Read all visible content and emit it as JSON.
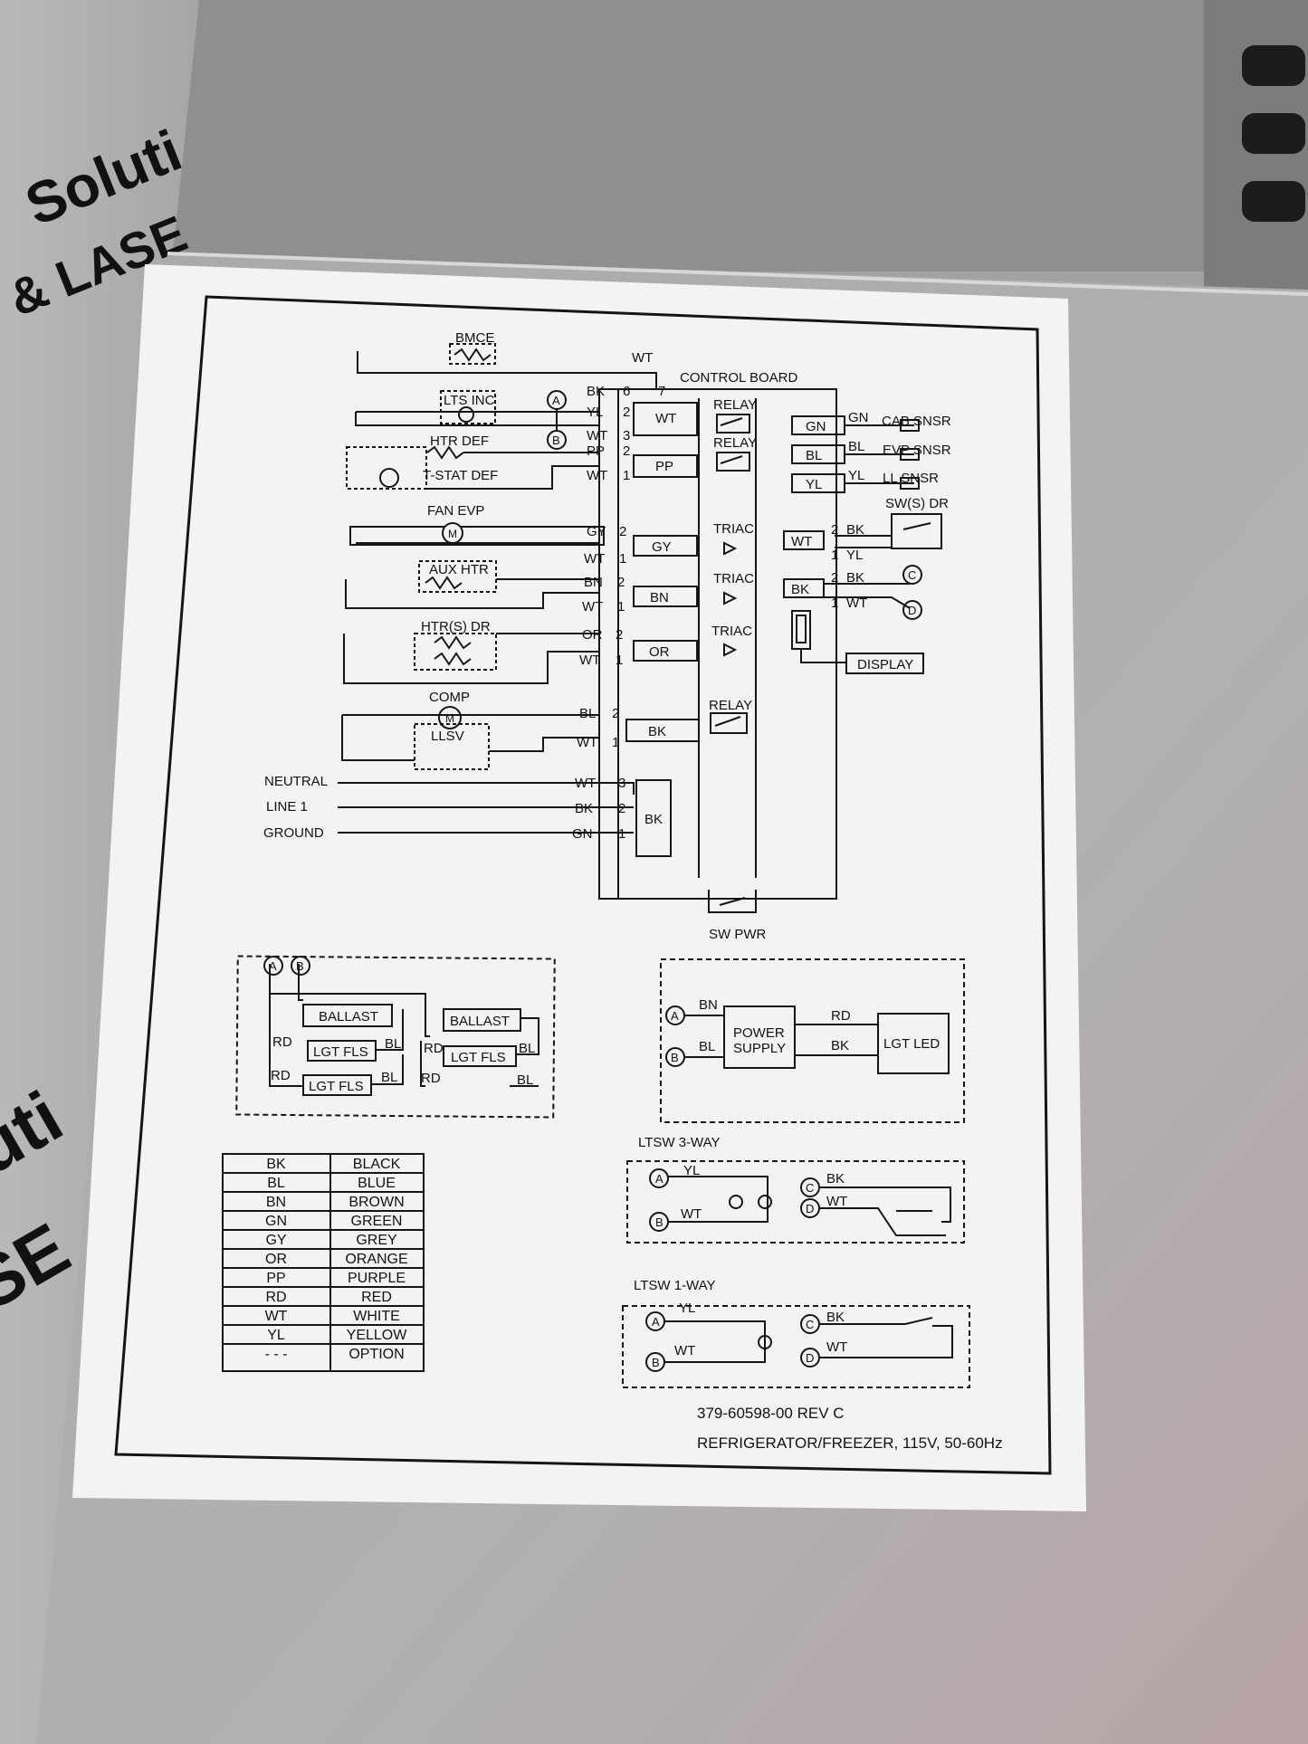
{
  "background": {
    "box_text_1": "Soluti",
    "box_text_2": "& LASE",
    "box_text_3": "uti",
    "box_text_4": "SE"
  },
  "diagram": {
    "loads": {
      "bmce": "BMCE",
      "lts_inc": "LTS INC",
      "htr_def": "HTR DEF",
      "tstat_def": "T-STAT DEF",
      "fan_evp": "FAN EVP",
      "aux_htr": "AUX HTR",
      "htrs_dr": "HTR(S) DR",
      "comp": "COMP",
      "llsv": "LLSV",
      "motor_symbol": "M",
      "conn_a": "A",
      "conn_b": "B",
      "conn_c": "C",
      "conn_d": "D"
    },
    "wires": {
      "wt_top": "WT",
      "bk": "BK",
      "yl": "YL",
      "wt1": "WT",
      "pp": "PP",
      "wt2": "WT",
      "gy": "GY",
      "wt3": "WT",
      "bn": "BN",
      "wt4": "WT",
      "or": "OR",
      "wt5": "WT",
      "bl": "BL",
      "wt6": "WT",
      "wt7": "WT",
      "bk2": "BK",
      "gn": "GN"
    },
    "pins": {
      "p6": "6",
      "p7": "7",
      "p2a": "2",
      "p3": "3",
      "p2b": "2",
      "p1a": "1",
      "p2c": "2",
      "p1b": "1",
      "p2d": "2",
      "p1c": "1",
      "p2e": "2",
      "p1d": "1",
      "p2f": "2",
      "p1e": "1",
      "p3b": "3",
      "p2g": "2",
      "p1f": "1"
    },
    "control_board": {
      "title": "CONTROL BOARD",
      "relay": "RELAY",
      "triac": "TRIAC",
      "box_wt": "WT",
      "box_pp": "PP",
      "box_gy": "GY",
      "box_bn": "BN",
      "box_or": "OR",
      "box_bk": "BK",
      "box_bk2": "BK"
    },
    "right": {
      "gn": "GN",
      "bl": "BL",
      "yl": "YL",
      "gn_w": "GN",
      "bl_w": "BL",
      "yl_w": "YL",
      "cab_snsr": "CAB SNSR",
      "evp_snsr": "EVP SNSR",
      "ll_snsr": "LL SNSR",
      "sw_dr": "SW(S) DR",
      "wt_box": "WT",
      "bk_box": "BK",
      "p2": "2",
      "p1": "1",
      "p2b": "2",
      "p1b": "1",
      "w_bk": "BK",
      "w_yl": "YL",
      "w_bk2": "BK",
      "w_wt": "WT",
      "display": "DISPLAY"
    },
    "power": {
      "neutral": "NEUTRAL",
      "line1": "LINE 1",
      "ground": "GROUND",
      "sw_pwr": "SW PWR"
    },
    "ballast": {
      "ballast": "BALLAST",
      "lgt_fls": "LGT FLS",
      "rd": "RD",
      "bl": "BL"
    },
    "led": {
      "bn": "BN",
      "bl": "BL",
      "rd": "RD",
      "bk": "BK",
      "power_supply_1": "POWER",
      "power_supply_2": "SUPPLY",
      "lgt_led": "LGT LED"
    },
    "legend": {
      "rows": [
        {
          "code": "BK",
          "name": "BLACK"
        },
        {
          "code": "BL",
          "name": "BLUE"
        },
        {
          "code": "BN",
          "name": "BROWN"
        },
        {
          "code": "GN",
          "name": "GREEN"
        },
        {
          "code": "GY",
          "name": "GREY"
        },
        {
          "code": "OR",
          "name": "ORANGE"
        },
        {
          "code": "PP",
          "name": "PURPLE"
        },
        {
          "code": "RD",
          "name": "RED"
        },
        {
          "code": "WT",
          "name": "WHITE"
        },
        {
          "code": "YL",
          "name": "YELLOW"
        },
        {
          "code": "- - -",
          "name": "OPTION"
        }
      ]
    },
    "ltsw3": {
      "title": "LTSW 3-WAY",
      "yl": "YL",
      "wt": "WT",
      "bk": "BK",
      "wt2": "WT"
    },
    "ltsw1": {
      "title": "LTSW 1-WAY",
      "yl": "YL",
      "wt": "WT",
      "bk": "BK",
      "wt2": "WT"
    },
    "footer": {
      "part": "379-60598-00  REV C",
      "desc": "REFRIGERATOR/FREEZER, 115V, 50-60Hz"
    }
  }
}
